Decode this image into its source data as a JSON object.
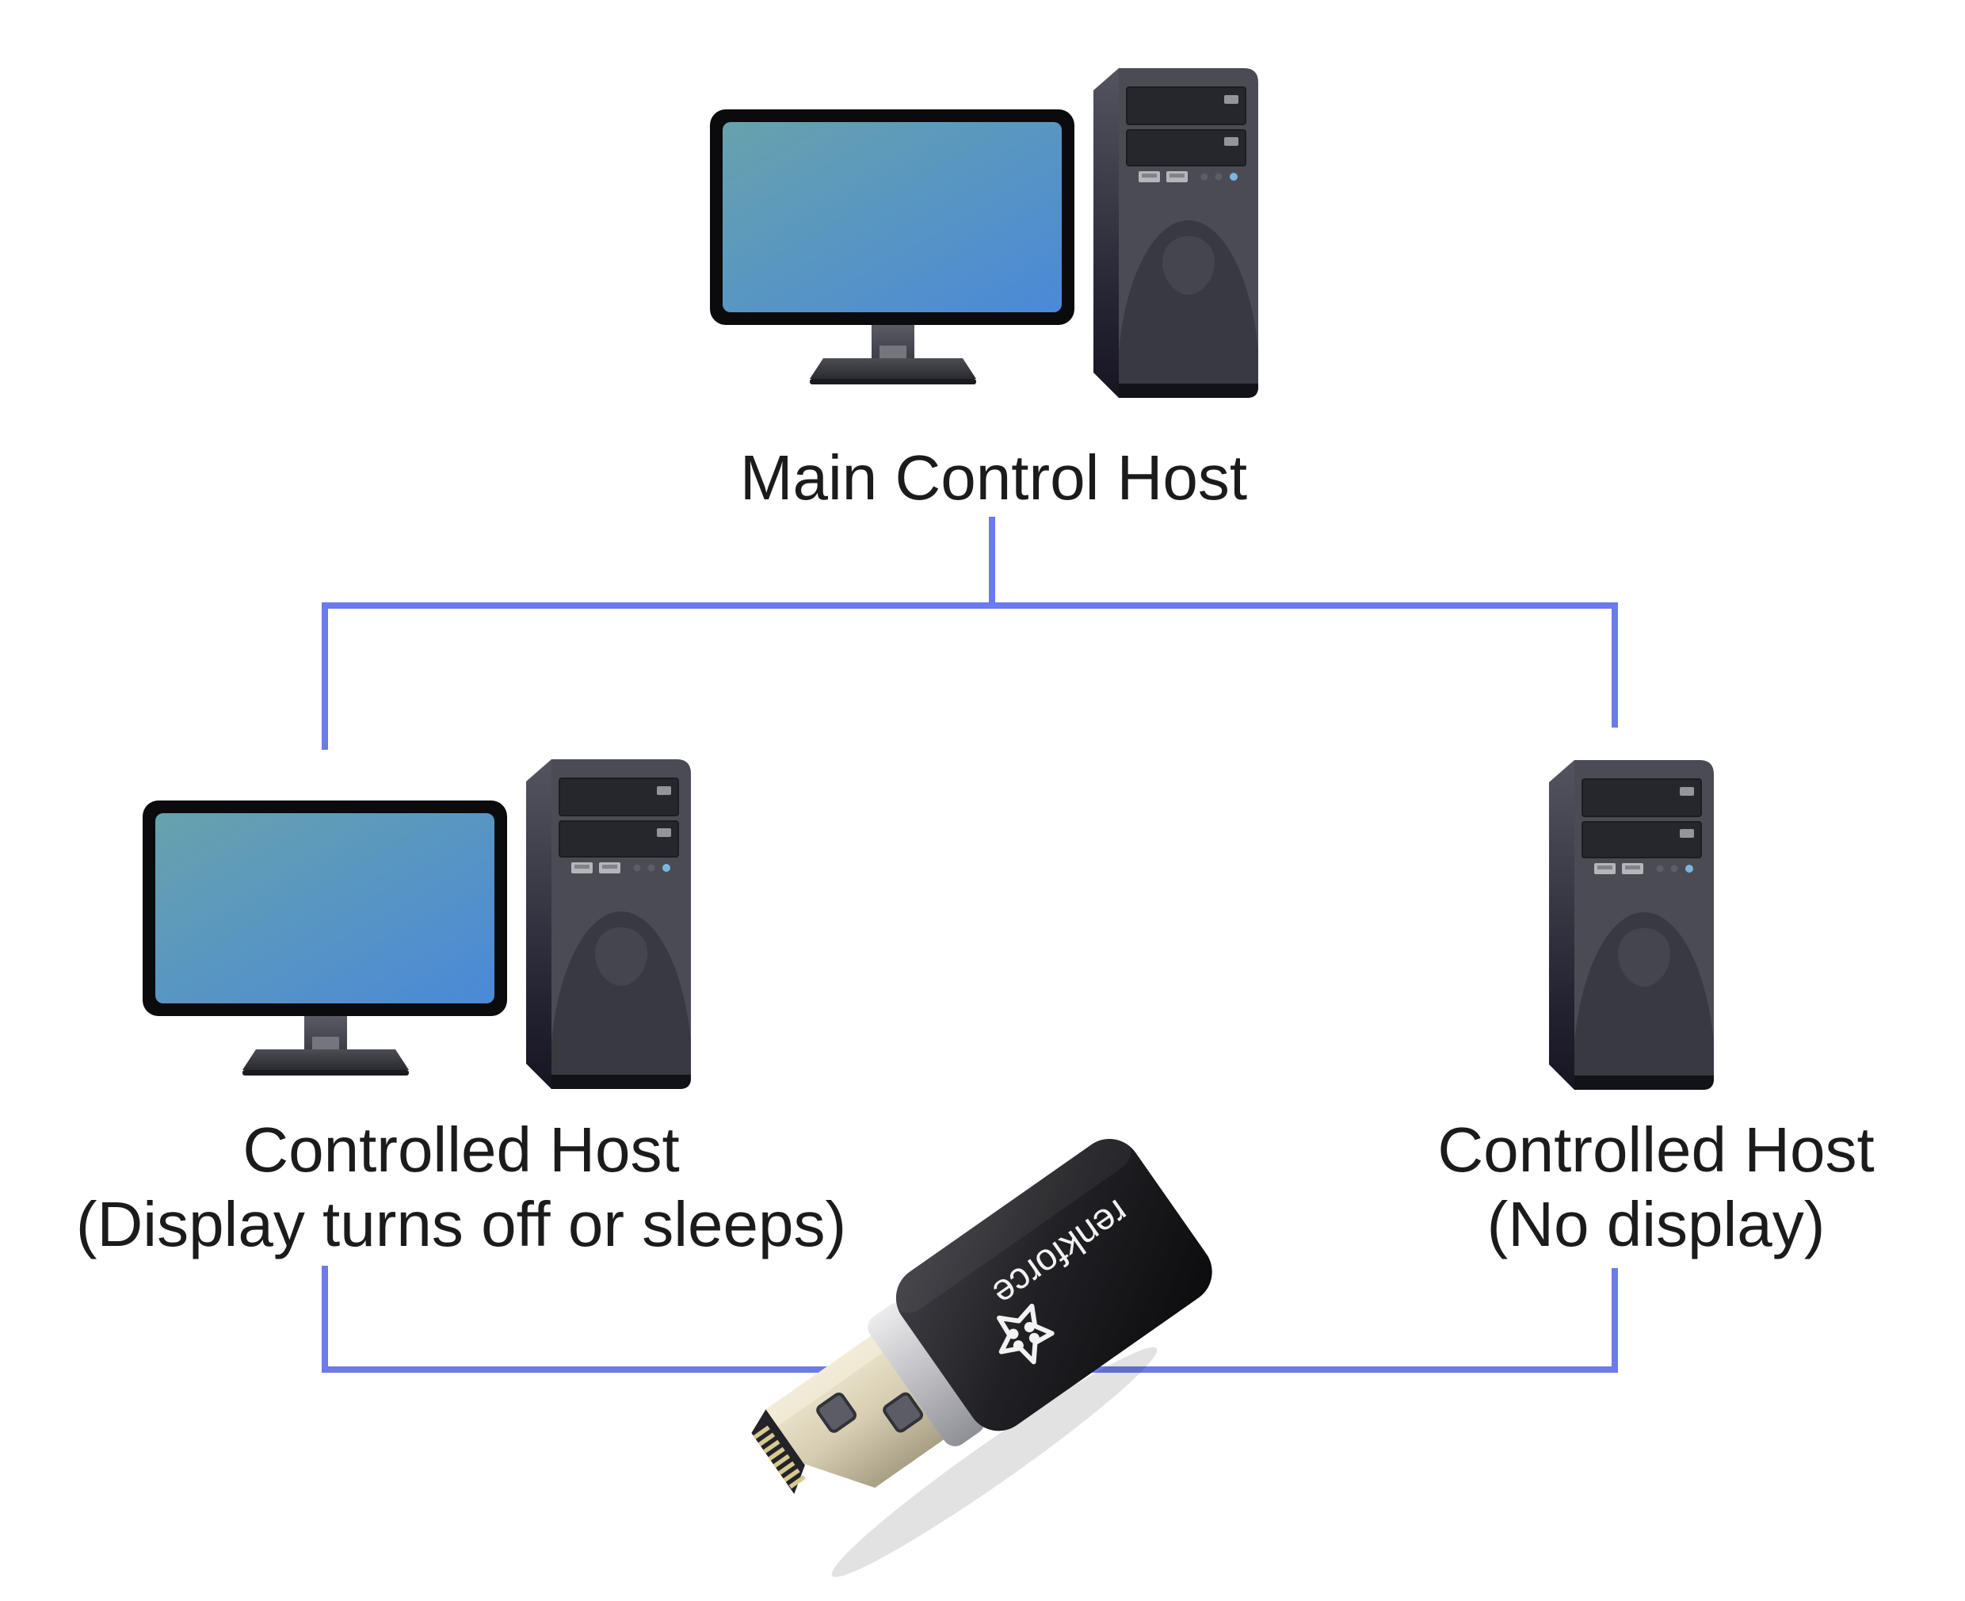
{
  "diagram": {
    "main_node": {
      "label": "Main Control Host"
    },
    "left_node": {
      "label_line1": "Controlled Host",
      "label_line2": "(Display turns off or sleeps)"
    },
    "right_node": {
      "label_line1": "Controlled Host",
      "label_line2": "(No display)"
    },
    "adapter": {
      "brand": "renkforce"
    },
    "colors": {
      "background": "#ffffff",
      "connector_line": "#6b7aed",
      "label_text": "#1b1b1b",
      "screen_gradient_start": "#67a2ac",
      "screen_gradient_end": "#4a89d8",
      "monitor_frame": "#0b0b0e",
      "tower_front": "#4b4b54",
      "drive_bay": "#26262d",
      "usb_port": "#b5b5bc",
      "power_led": "#7cb6de",
      "adapter_body": "#1a1a1e",
      "adapter_plug_gold": "#d6cdb2",
      "adapter_collar_silver": "#cfcfd4"
    }
  }
}
